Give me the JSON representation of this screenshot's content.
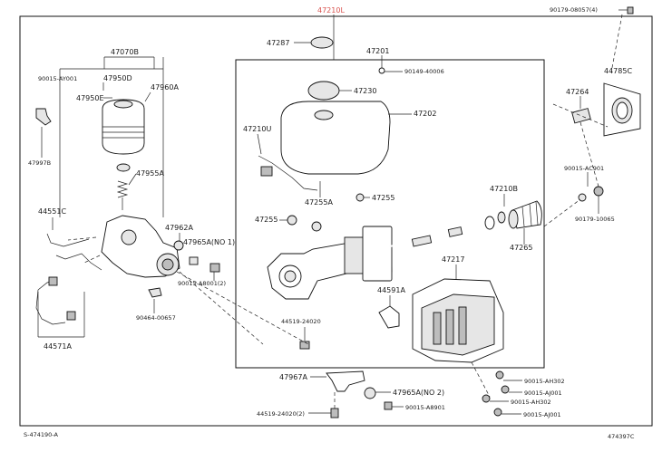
{
  "header": {
    "main_assembly": "47210L",
    "main_assembly_color": "#d9534f",
    "top_right": "90179-08057(4)"
  },
  "labels": {
    "l47287": "47287",
    "l47201": "47201",
    "l90149": "90149-40006",
    "l47230": "47230",
    "l47202": "47202",
    "l47210U": "47210U",
    "l47255a": "47255A",
    "l47255b": "47255",
    "l47255c": "47255",
    "l47217": "47217",
    "l44591A": "44591A",
    "l44519a": "44519-24020",
    "l44519b": "44519-24020(2)",
    "l47967A": "47967A",
    "l47965A_2": "47965A(NO 2)",
    "l90015_A8901": "90015-A8901",
    "l90015_AH302a": "90015-AH302",
    "l90015_AJ001a": "90015-AJ001",
    "l90015_AH302b": "90015-AH302",
    "l90015_AJ001b": "90015-AJ001",
    "l47070B": "47070B",
    "l90015_AY001": "90015-AY001",
    "l47950D": "47950D",
    "l47950E": "47950E",
    "l47960A": "47960A",
    "l47997B": "47997B",
    "l47955A": "47955A",
    "l44551C": "44551C",
    "l47962A": "47962A",
    "l47965A_1": "47965A(NO 1)",
    "l90015_A8001": "90015-A8001(2)",
    "l90464": "90464-00657",
    "l44571A": "44571A",
    "l47264": "47264",
    "l44785C": "44785C",
    "l47210B": "47210B",
    "l90015_AC901": "90015-AC901",
    "l90179_10065": "90179-10065",
    "l47265": "47265"
  },
  "footer": {
    "left": "S-474190-A",
    "right": "474397C"
  }
}
